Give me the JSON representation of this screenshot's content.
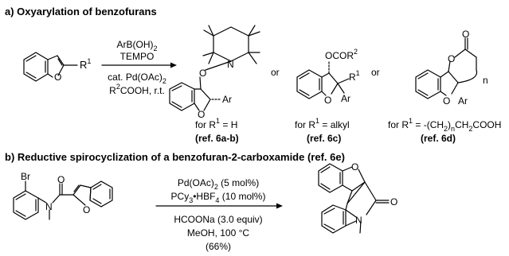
{
  "section_a": {
    "title": "a) Oxyarylation of benzofurans",
    "reagents": {
      "line1_pre": "ArB(OH)",
      "line1_sub": "2",
      "line2": "TEMPO",
      "line3_pre": "cat. Pd(OAc)",
      "line3_sub": "2",
      "line4_pre": "R",
      "line4_sup": "2",
      "line4_post": "COOH, r.t."
    },
    "substituent_R": "R",
    "substituent_R_sup": "1",
    "or_1": "or",
    "or_2": "or",
    "products": [
      {
        "labels": [
          "O",
          "N",
          "O",
          "Ar"
        ],
        "cond_pre": "for R",
        "cond_sup": "1",
        "cond_post": " = H",
        "ref": "(ref. 6a-b)"
      },
      {
        "labels": [
          "OCOR",
          "2",
          "R",
          "1",
          "O",
          "Ar"
        ],
        "cond_pre": "for R",
        "cond_sup": "1",
        "cond_post": " = alkyl",
        "ref": "(ref. 6c)"
      },
      {
        "labels": [
          "O",
          "O",
          "O",
          "Ar",
          "n"
        ],
        "cond_pre": "for R",
        "cond_sup": "1",
        "cond_post": " = -(CH",
        "cond_sub": "2",
        "cond_post2": ")",
        "cond_sub2": "n",
        "cond_post3": "CH",
        "cond_sub3": "2",
        "cond_post4": "COOH",
        "ref": "(ref. 6d)"
      }
    ]
  },
  "section_b": {
    "title": "b) Reductive spirocyclization of a benzofuran-2-carboxamide (ref. 6e)",
    "reagents": {
      "line1_pre": "Pd(OAc)",
      "line1_sub": "2",
      "line1_post": " (5 mol%)",
      "line2_pre": "PCy",
      "line2_sub": "3",
      "line2_post": "•HBF",
      "line2_sub2": "4",
      "line2_post2": " (10 mol%)",
      "line3": "HCOONa (3.0 equiv)",
      "line4": "MeOH, 100 °C",
      "line5": "(66%)"
    },
    "sm_labels": [
      "Br",
      "O",
      "N",
      "O"
    ],
    "product_labels": [
      "O",
      "O",
      "N"
    ]
  }
}
